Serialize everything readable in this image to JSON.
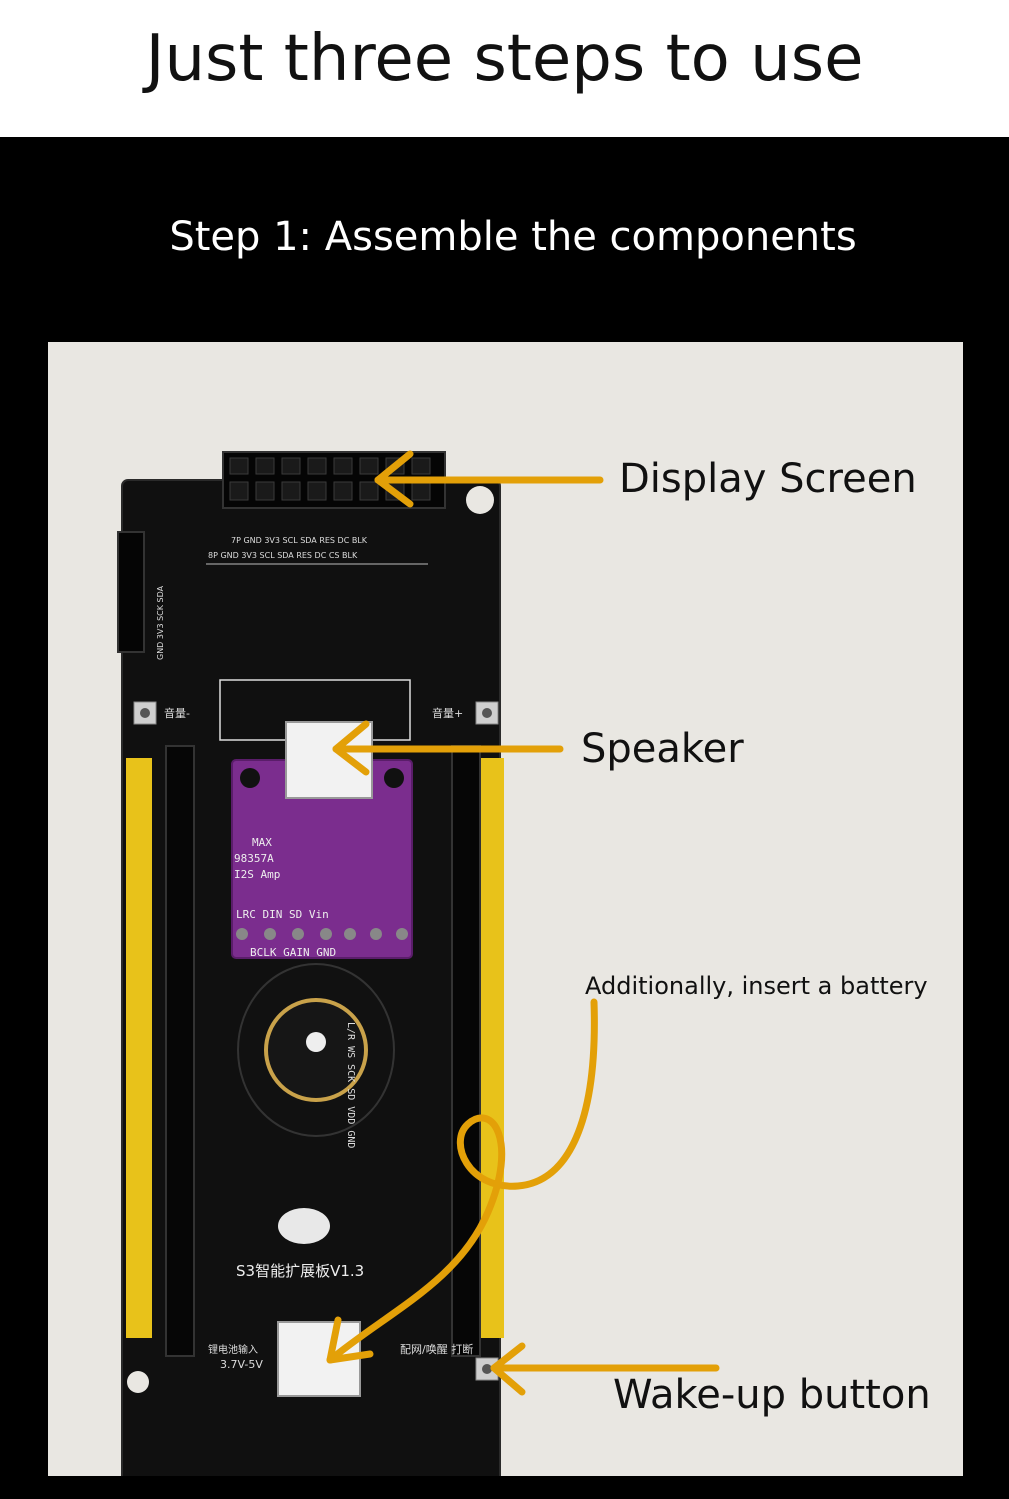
{
  "header": {
    "title": "Just three steps to use"
  },
  "step": {
    "title": "Step 1: Assemble the components"
  },
  "callouts": {
    "display_screen": "Display Screen",
    "speaker": "Speaker",
    "battery": "Additionally, insert a battery",
    "wake_button": "Wake-up button"
  },
  "board": {
    "header_row_7p": "7P GND 3V3 SCL SDA RES DC BLK",
    "header_row_8p": "8P GND 3V3 SCL SDA RES DC CS BLK",
    "side_header": "GND 3V3 SCK SDA",
    "vol_down": "音量-",
    "vol_up": "音量+",
    "amp_line1": "MAX",
    "amp_line2": "98357A",
    "amp_line3": "I2S Amp",
    "amp_pins_top": "LRC DIN SD Vin",
    "amp_pins_bottom": "BCLK GAIN GND",
    "mic_pins": "L/R WS SCK SD VDD GND",
    "board_name": "S3智能扩展板V1.3",
    "battery_input": "锂电池输入",
    "battery_voltage": "3.7V-5V",
    "wake_label": "配网/唤醒 打断"
  },
  "colors": {
    "arrow": "#e3a008",
    "board": "#101010",
    "pins": "#e8c21a",
    "amp": "#7b2d8e",
    "backdrop": "#e9e7e2"
  }
}
